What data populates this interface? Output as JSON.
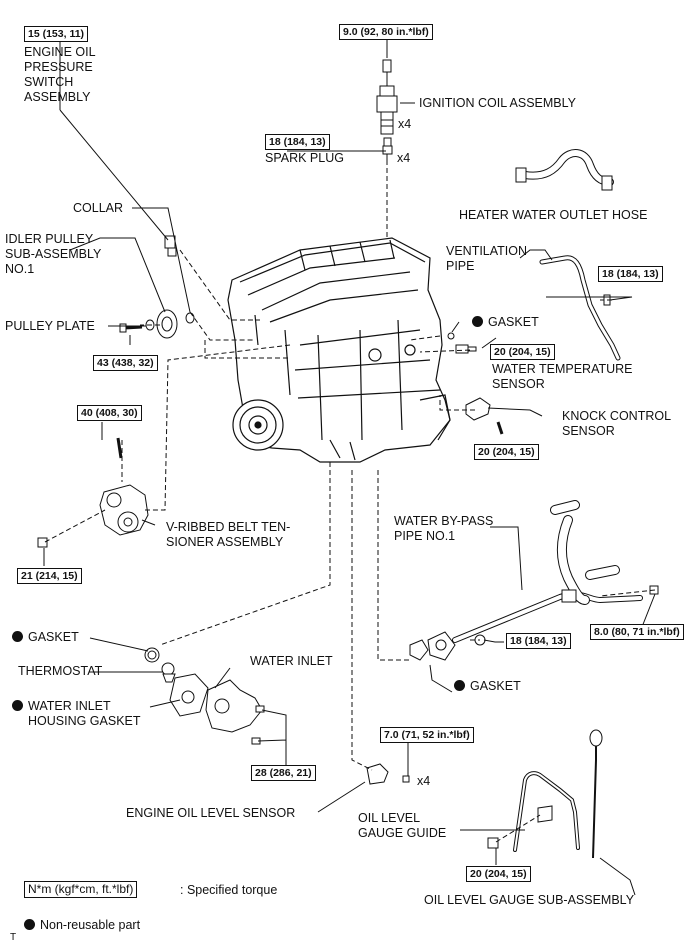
{
  "torque": {
    "oil_pressure_switch": "15 (153, 11)",
    "ignition_coil_bolt": "9.0 (92, 80 in.*lbf)",
    "spark_plug": "18 (184, 13)",
    "ventilation_pipe_bolt": "18 (184, 13)",
    "idler_pulley": "43 (438, 32)",
    "water_temp_sensor": "20 (204, 15)",
    "tensioner_top": "40 (408, 30)",
    "knock_sensor": "20 (204, 15)",
    "tensioner_bolt": "21 (214, 15)",
    "bypass_pipe_bolt": "8.0 (80, 71 in.*lbf)",
    "bypass_pipe_nut": "18 (184, 13)",
    "water_inlet": "28 (286, 21)",
    "oil_level_sensor": "7.0 (71, 52 in.*lbf)",
    "gauge_guide": "20 (204, 15)"
  },
  "labels": {
    "oil_pressure_switch_1": "ENGINE OIL",
    "oil_pressure_switch_2": "PRESSURE",
    "oil_pressure_switch_3": "SWITCH",
    "oil_pressure_switch_4": "ASSEMBLY",
    "ignition_coil": "IGNITION COIL ASSEMBLY",
    "coil_qty": "x4",
    "spark_plug": "SPARK PLUG",
    "plug_qty": "x4",
    "collar": "COLLAR",
    "heater_hose": "HEATER WATER OUTLET HOSE",
    "idler_1": "IDLER PULLEY",
    "idler_2": "SUB-ASSEMBLY",
    "idler_3": "NO.1",
    "vent_1": "VENTILATION",
    "vent_2": "PIPE",
    "pulley_plate": "PULLEY PLATE",
    "gasket_top": "GASKET",
    "water_temp_1": "WATER TEMPERATURE",
    "water_temp_2": "SENSOR",
    "knock_1": "KNOCK CONTROL",
    "knock_2": "SENSOR",
    "tensioner_1": "V-RIBBED BELT TEN-",
    "tensioner_2": "SIONER ASSEMBLY",
    "bypass_1": "WATER BY-PASS",
    "bypass_2": "PIPE NO.1",
    "gasket_left": "GASKET",
    "thermostat": "THERMOSTAT",
    "water_inlet": "WATER INLET",
    "inlet_gasket_1": "WATER INLET",
    "inlet_gasket_2": "HOUSING GASKET",
    "gasket_bottom": "GASKET",
    "sensor_qty": "x4",
    "oil_level_sensor": "ENGINE OIL LEVEL SENSOR",
    "gauge_guide_1": "OIL LEVEL",
    "gauge_guide_2": "GAUGE GUIDE",
    "gauge_sub": "OIL LEVEL GAUGE SUB-ASSEMBLY"
  },
  "legend": {
    "torque_unit": "N*m (kgf*cm, ft.*lbf)",
    "torque_desc": ": Specified torque",
    "nonreusable": "Non-reusable part",
    "corner_mark": "T"
  }
}
